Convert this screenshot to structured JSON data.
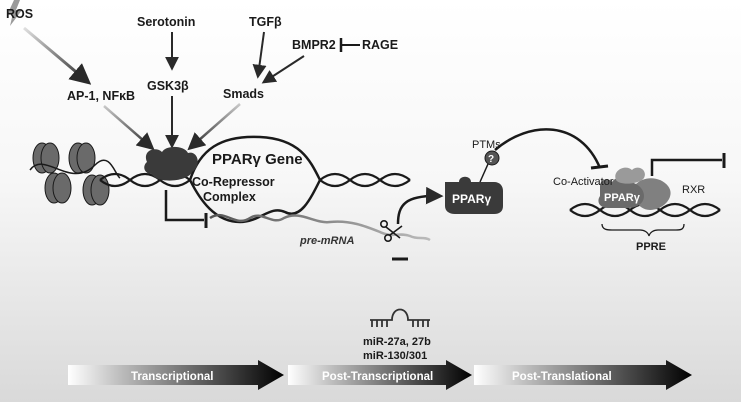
{
  "upstream": {
    "ros": "ROS",
    "serotonin": "Serotonin",
    "tgfb": "TGFβ",
    "bmpr2": "BMPR2",
    "rage": "RAGE",
    "ap1_nfkb": "AP-1, NFκB",
    "gsk3b": "GSK3β",
    "smads": "Smads"
  },
  "transcription": {
    "gene": "PPARγ Gene",
    "co_repressor_line1": "Co-Repressor",
    "co_repressor_line2": "Complex",
    "pre_mrna": "pre-mRNA"
  },
  "mirna": {
    "line1": "miR-27a, 27b",
    "line2": "miR-130/301"
  },
  "protein": {
    "pparg": "PPARγ",
    "ptms": "PTMs",
    "ptm_mark": "?"
  },
  "complex": {
    "co_activator": "Co-Activator",
    "pparg": "PPARγ",
    "rxr": "RXR",
    "ppre": "PPRE"
  },
  "stages": [
    "Transcriptional",
    "Post-Transcriptional",
    "Post-Translational"
  ],
  "colors": {
    "ink": "#1a1a1a",
    "protein": "#3a3a3a",
    "rxr": "#808080",
    "arrow_light": "#c8c8c8"
  }
}
